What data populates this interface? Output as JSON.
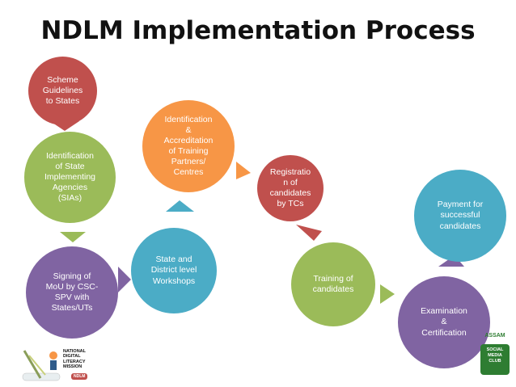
{
  "title": "NDLM Implementation Process",
  "steps": [
    {
      "label": "Scheme\nGuidelines\nto States",
      "color": "#c0504d"
    },
    {
      "label": "Identification\nof State\nImplementing\nAgencies\n(SIAs)",
      "color": "#9bbb59"
    },
    {
      "label": "Signing of\nMoU by CSC-\nSPV with\nStates/UTs",
      "color": "#8064a2"
    },
    {
      "label": "State and\nDistrict level\nWorkshops",
      "color": "#4bacc6"
    },
    {
      "label": "Identification\n&\nAccreditation\nof Training\nPartners/\nCentres",
      "color": "#f79646"
    },
    {
      "label": "Registratio\nn of\ncandidates\nby TCs",
      "color": "#c0504d"
    },
    {
      "label": "Training of\ncandidates",
      "color": "#9bbb59"
    },
    {
      "label": "Examination\n&\nCertification",
      "color": "#8064a2"
    },
    {
      "label": "Payment for\nsuccessful\ncandidates",
      "color": "#4bacc6"
    }
  ],
  "logos": {
    "left": "NATIONAL\nDIGITAL\nLITERACY\nMISSION",
    "left_badge": "NDLM",
    "right_top": "ASSAM",
    "right": "SOCIAL\nMEDIA\nCLUB"
  }
}
